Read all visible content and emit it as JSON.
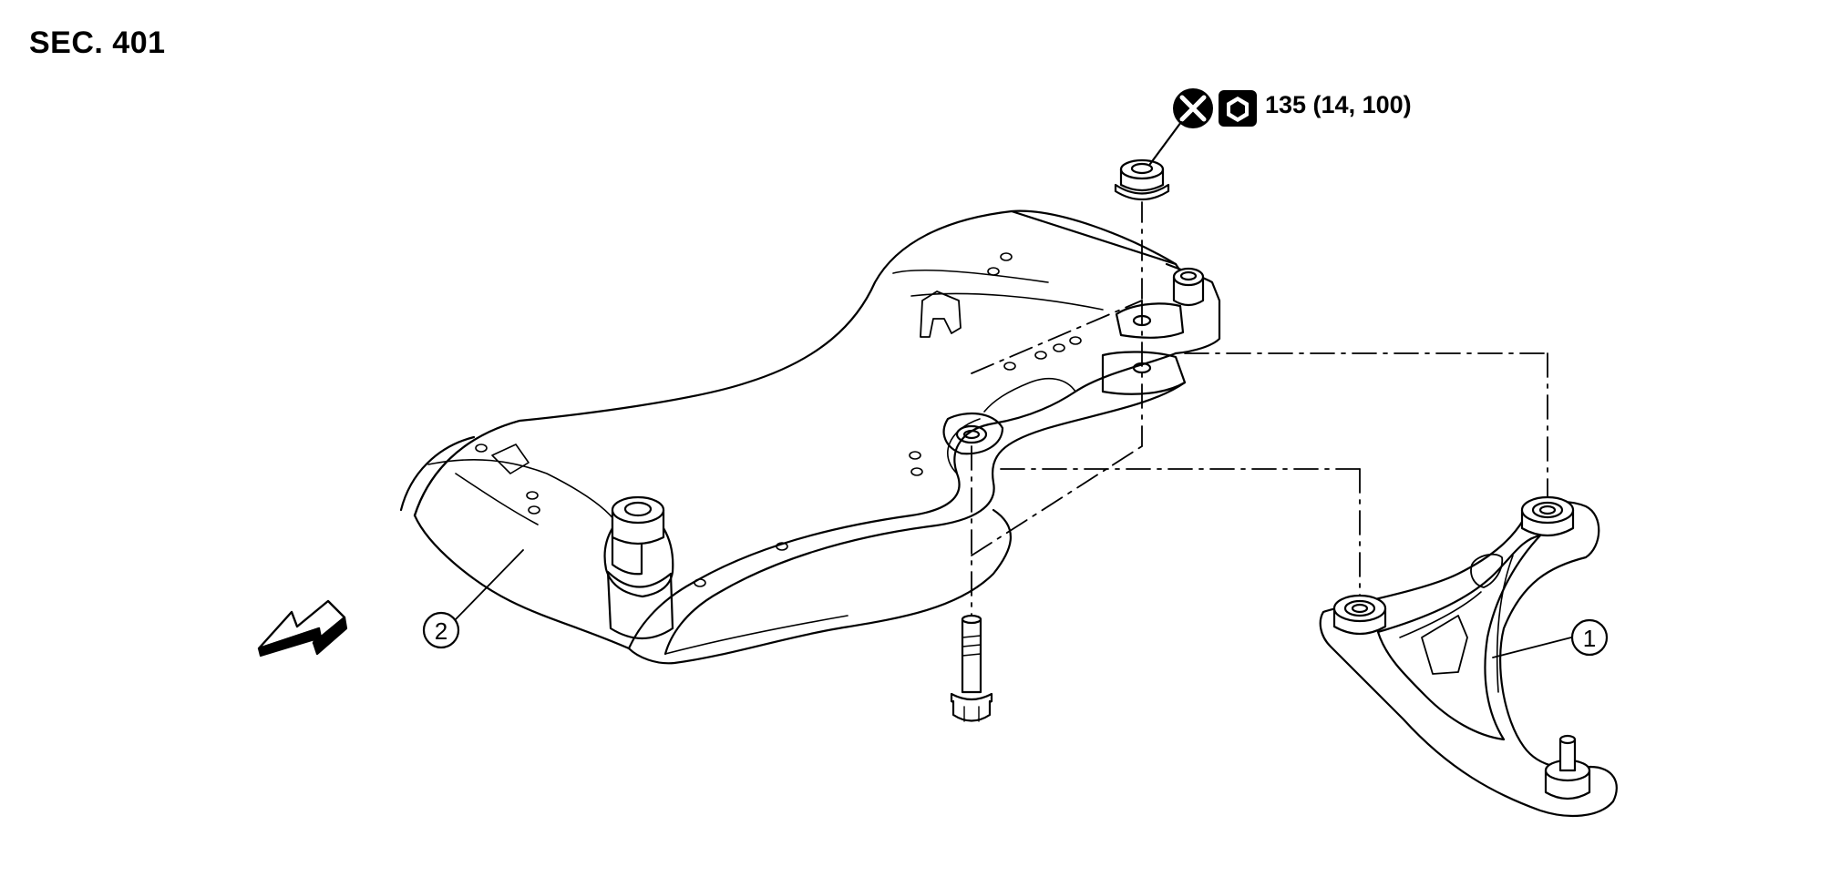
{
  "header": {
    "section_code": "SEC. 401"
  },
  "torque_spec": {
    "value": "135 (14, 100)",
    "icons": [
      "do-not-reuse-icon",
      "torque-nut-icon"
    ]
  },
  "callouts": [
    {
      "number": "1",
      "part": "transverse-link"
    },
    {
      "number": "2",
      "part": "front-suspension-member"
    }
  ]
}
